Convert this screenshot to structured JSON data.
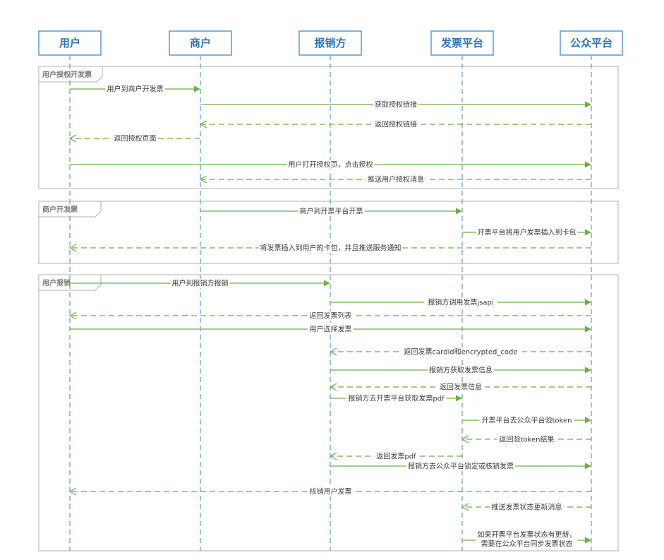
{
  "actors": [
    "用户",
    "商户",
    "报销方",
    "发票平台",
    "公众平台"
  ],
  "frames": [
    "用户授权开发票",
    "商户开发票",
    "用户报销"
  ],
  "messages": [
    {
      "from": 0,
      "to": 1,
      "style": "solid",
      "label": "用户到商户开发票"
    },
    {
      "from": 1,
      "to": 4,
      "style": "solid",
      "label": "获取授权链接"
    },
    {
      "from": 4,
      "to": 1,
      "style": "dashed",
      "label": "返回授权链接"
    },
    {
      "from": 1,
      "to": 0,
      "style": "dashed",
      "label": "返回授权页面"
    },
    {
      "from": 0,
      "to": 4,
      "style": "solid",
      "label": "用户打开授权页，点击授权"
    },
    {
      "from": 4,
      "to": 1,
      "style": "dashed",
      "label": "推送用户授权消息"
    },
    {
      "from": 1,
      "to": 3,
      "style": "solid",
      "label": "商户到开票平台开票"
    },
    {
      "from": 3,
      "to": 4,
      "style": "solid",
      "label": "开票平台将用户发票插入到卡包"
    },
    {
      "from": 4,
      "to": 0,
      "style": "dashed",
      "label": "将发票插入到用户的卡包，并且推送服务通知"
    },
    {
      "from": 0,
      "to": 2,
      "style": "solid",
      "label": "用户到报销方报销"
    },
    {
      "from": 2,
      "to": 4,
      "style": "solid",
      "label": "报销方调用发票jsapi"
    },
    {
      "from": 4,
      "to": 0,
      "style": "dashed",
      "label": "返回发票列表"
    },
    {
      "from": 0,
      "to": 4,
      "style": "solid",
      "label": "用户选择发票"
    },
    {
      "from": 4,
      "to": 2,
      "style": "dashed",
      "label": "返回发票cardid和encrypted_code"
    },
    {
      "from": 2,
      "to": 4,
      "style": "solid",
      "label": "报销方获取发票信息"
    },
    {
      "from": 4,
      "to": 2,
      "style": "dashed",
      "label": "返回发票信息"
    },
    {
      "from": 2,
      "to": 3,
      "style": "solid",
      "label": "报销方去开票平台获取发票pdf"
    },
    {
      "from": 3,
      "to": 4,
      "style": "solid",
      "label": "开票平台去公众平台验token"
    },
    {
      "from": 4,
      "to": 3,
      "style": "dashed",
      "label": "返回验token结果"
    },
    {
      "from": 3,
      "to": 2,
      "style": "dashed",
      "label": "返回发票pdf"
    },
    {
      "from": 2,
      "to": 4,
      "style": "solid",
      "label": "报销方去公众平台锁定或核销发票"
    },
    {
      "from": 4,
      "to": 0,
      "style": "dashed",
      "label": "核销用户发票"
    },
    {
      "from": 4,
      "to": 3,
      "style": "dashed",
      "label": "推送发票状态更新消息"
    },
    {
      "from": 3,
      "to": 4,
      "style": "solid",
      "label": [
        "如果开票平台发票状态有更新，",
        "需要在公众平台同步发票状态"
      ]
    }
  ]
}
